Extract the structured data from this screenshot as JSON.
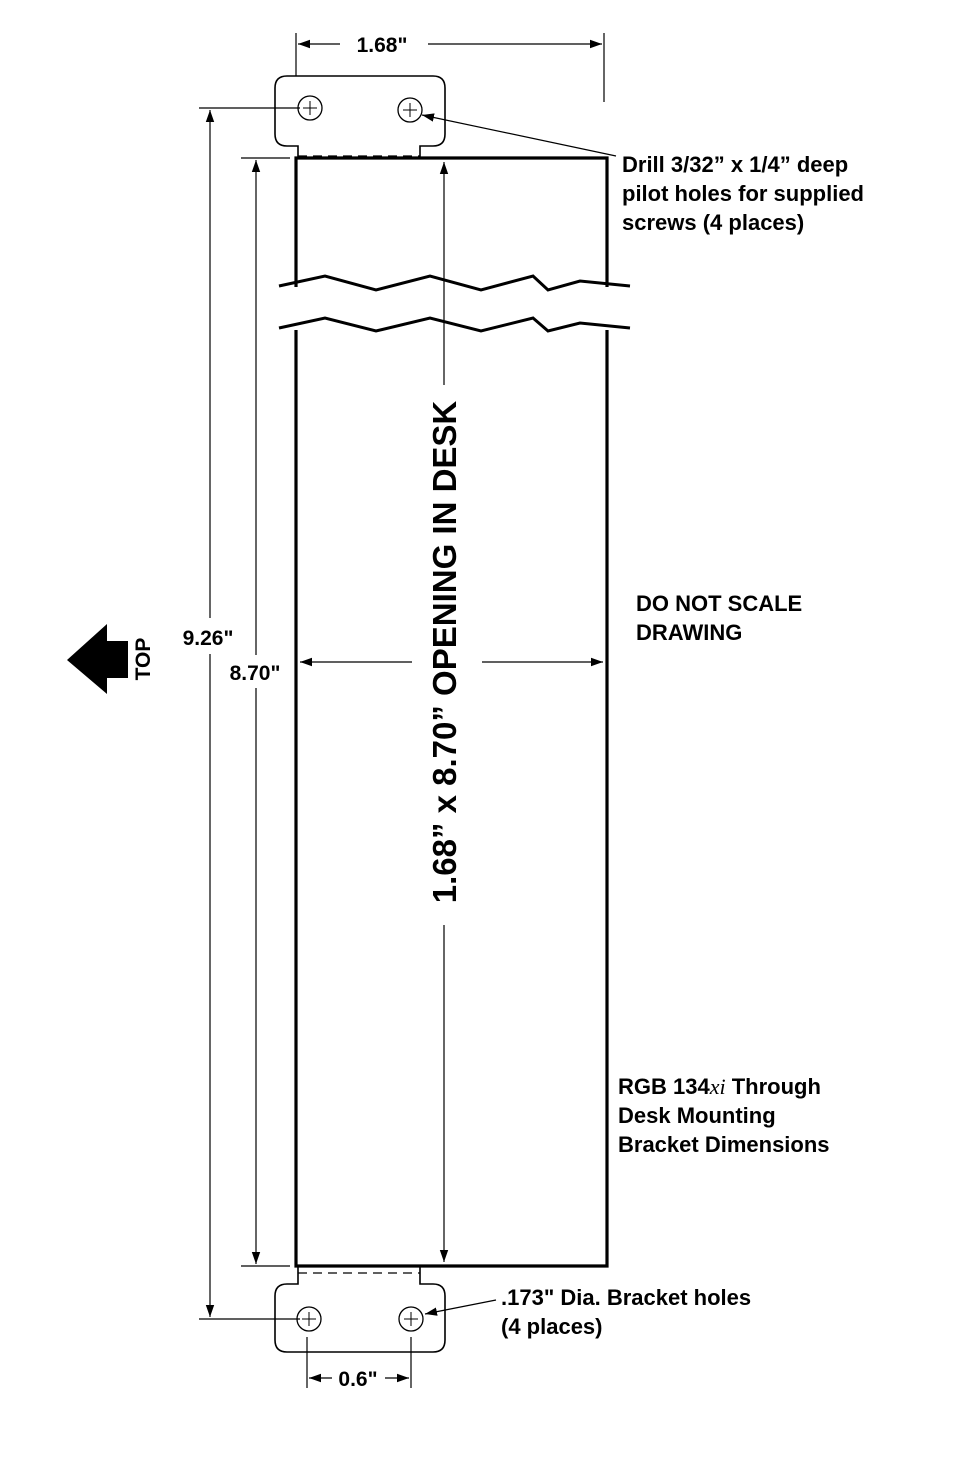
{
  "dimensions": {
    "width_top": "1.68\"",
    "overall_height": "9.26\"",
    "opening_height": "8.70\"",
    "hole_spacing": "0.6\""
  },
  "opening_label": "1.68” x 8.70” OPENING IN DESK",
  "top_arrow_label": "TOP",
  "notes": {
    "drill": [
      "Drill 3/32” x 1/4” deep",
      "pilot holes for supplied",
      "screws (4 places)"
    ],
    "do_not_scale": [
      "DO NOT SCALE",
      "DRAWING"
    ],
    "title": {
      "line1_prefix": "RGB 134",
      "line1_model_suffix": "xi",
      "line1_rest": " Through",
      "line2": "Desk Mounting",
      "line3": "Bracket Dimensions"
    },
    "bracket_holes": [
      ".173\" Dia. Bracket holes",
      "(4 places)"
    ]
  }
}
